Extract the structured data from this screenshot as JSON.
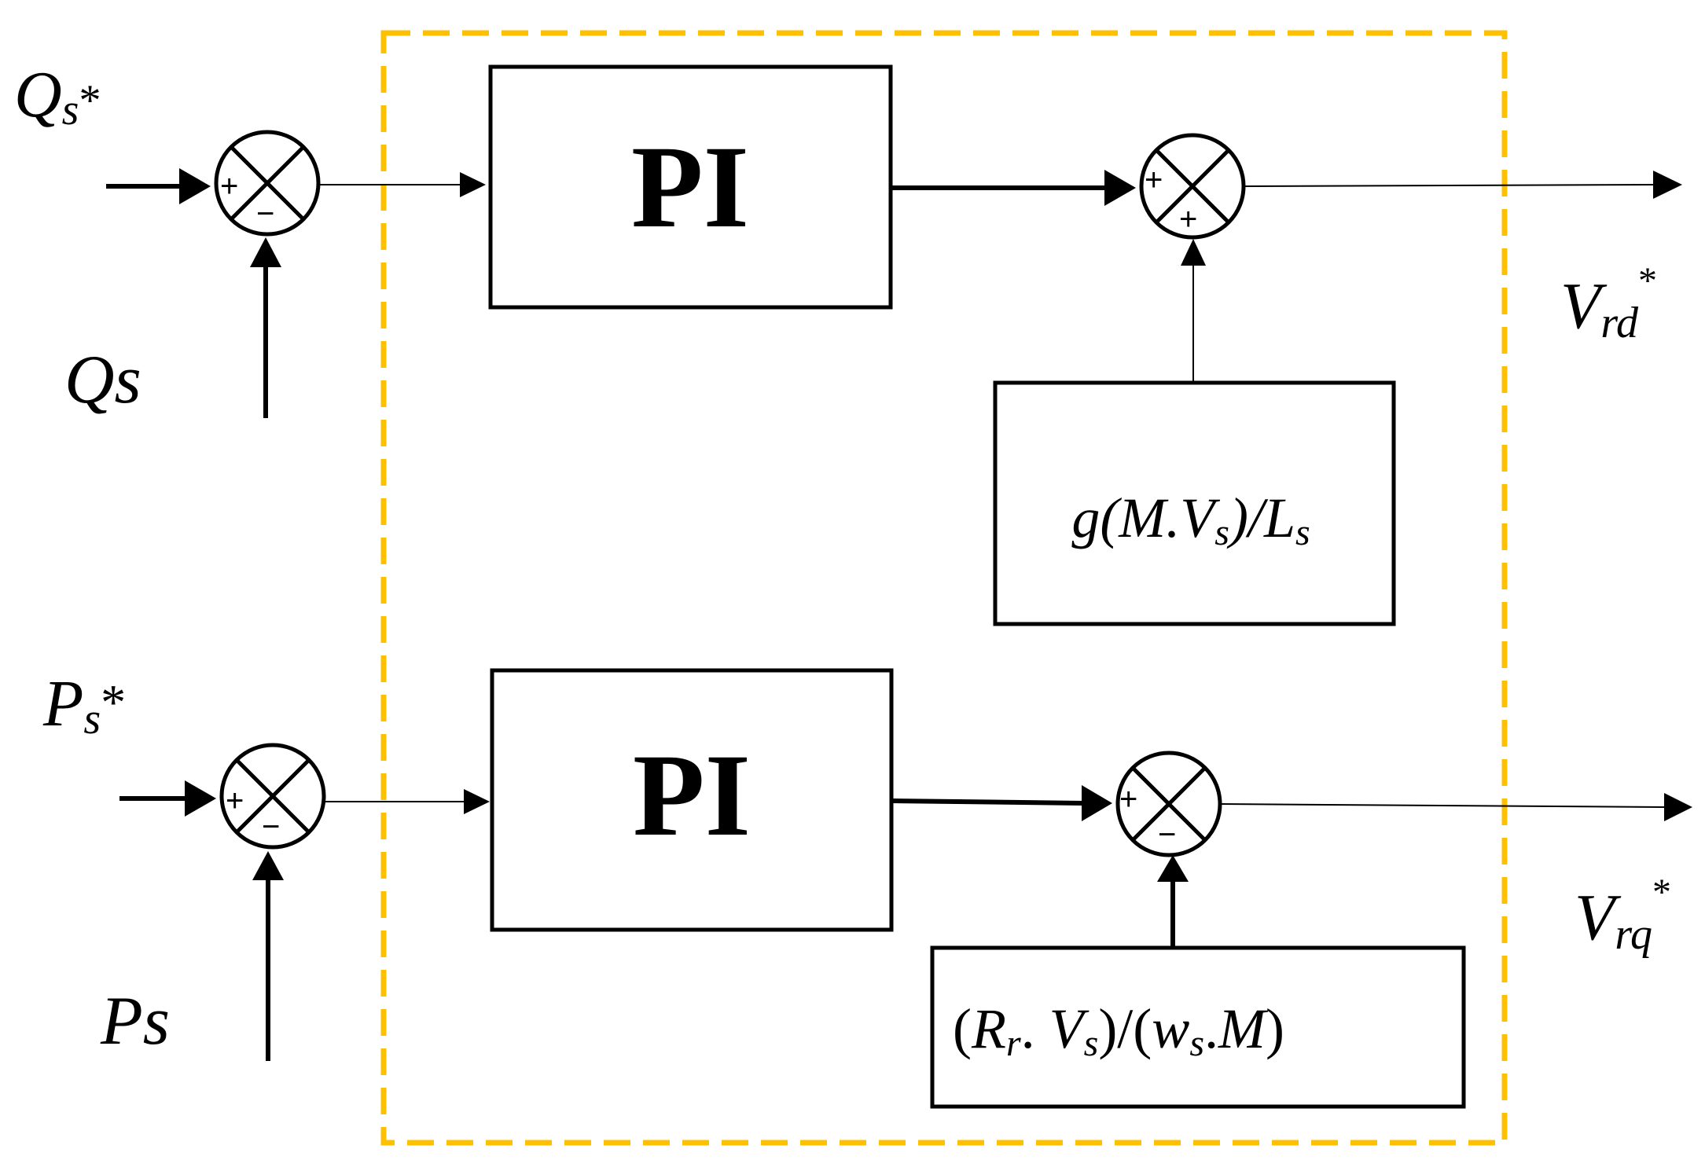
{
  "colors": {
    "frame_dash": "#FFC000",
    "line": "#000000",
    "background": "#FFFFFF"
  },
  "inputs": {
    "q_ref": {
      "base": "Q",
      "sub": "s",
      "sup": "*"
    },
    "q_meas": "Qs",
    "p_ref": {
      "base": "P",
      "sub": "s",
      "sup": "*"
    },
    "p_meas": "Ps"
  },
  "blocks": {
    "pi_top": "PI",
    "pi_bottom": "PI",
    "feedforward_top": {
      "p1": "g(",
      "p2": "M",
      "p3": ".",
      "p4": "V",
      "p5": "s",
      "p6": ")/",
      "p7": "L",
      "p8": "s"
    },
    "feedforward_bottom": {
      "p1": "(",
      "p2": "R",
      "p3": "r",
      "p4": ". ",
      "p5": "V",
      "p6": "s",
      "p7": ")/(",
      "p8": "w",
      "p9": "s",
      "p10": ".",
      "p11": "M",
      "p12": ")"
    }
  },
  "outputs": {
    "vrd": {
      "base": "V",
      "sub": "rd",
      "sup": "*"
    },
    "vrq": {
      "base": "V",
      "sub": "rq",
      "sup": "*"
    }
  },
  "summing_junctions": {
    "s1": {
      "left": "+",
      "bottom": "−"
    },
    "s2": {
      "left": "+",
      "bottom": "+"
    },
    "s3": {
      "left": "+",
      "bottom": "−"
    },
    "s4": {
      "left": "+",
      "bottom": "−"
    }
  }
}
